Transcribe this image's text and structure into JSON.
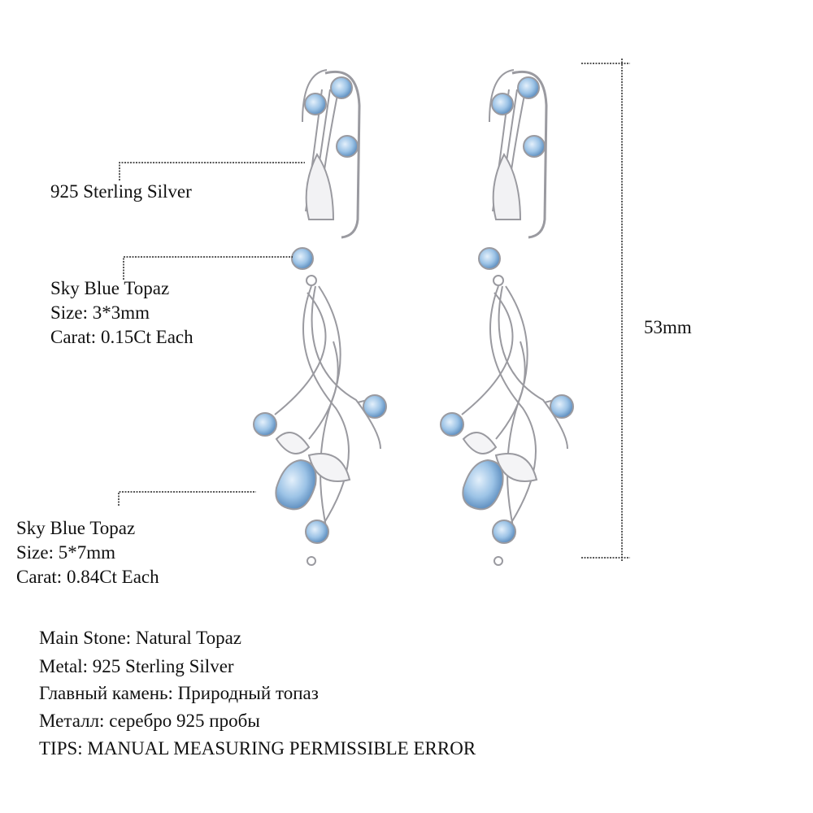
{
  "callouts": {
    "metal": "925 Sterling Silver",
    "small_stone": {
      "name": "Sky Blue Topaz",
      "size": "Size: 3*3mm",
      "carat": "Carat: 0.15Ct Each"
    },
    "main_stone": {
      "name": "Sky Blue Topaz",
      "size": "Size: 5*7mm",
      "carat": "Carat: 0.84Ct Each"
    }
  },
  "dimension": "53mm",
  "specs": [
    "Main Stone: Natural Topaz",
    "Metal: 925 Sterling Silver",
    "Главный камень: Природный топаз",
    "Металл: серебро 925 пробы",
    "TIPS: MANUAL MEASURING PERMISSIBLE ERROR"
  ],
  "colors": {
    "stone": "#9cc3e6",
    "silver": "#c8c8cc"
  }
}
